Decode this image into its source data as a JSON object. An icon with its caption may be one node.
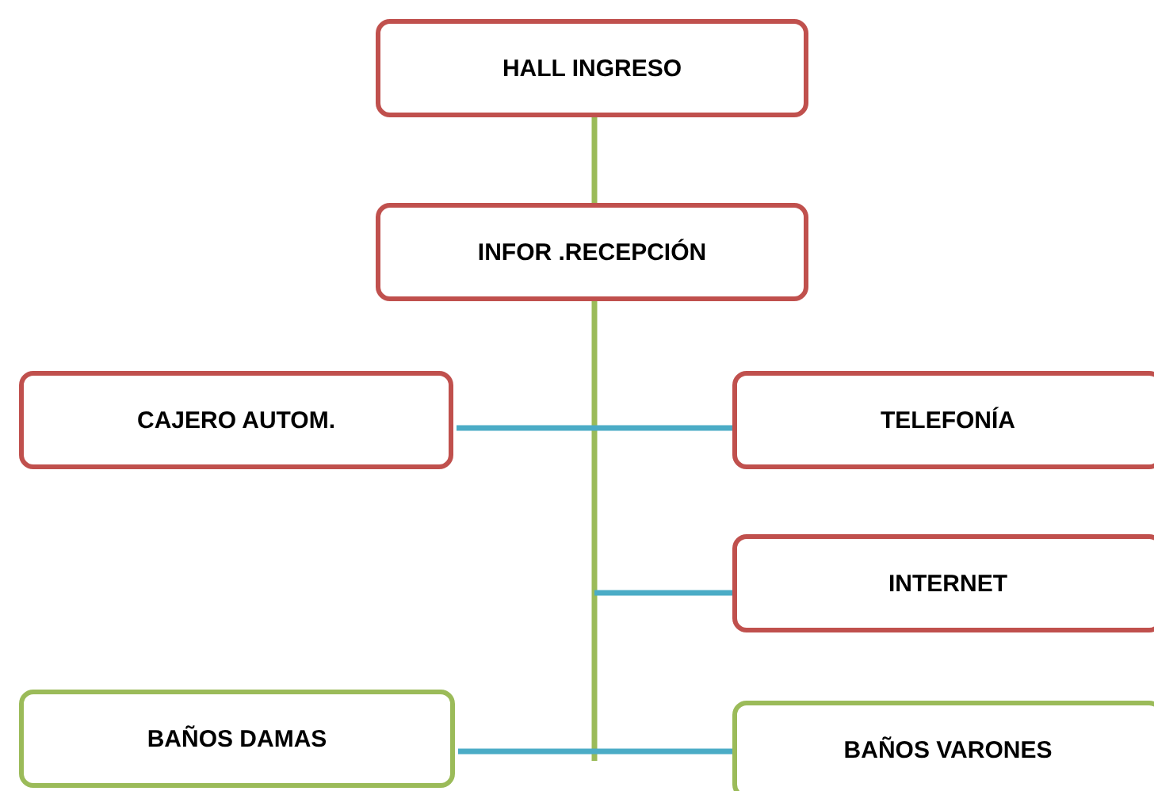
{
  "diagram": {
    "nodes": [
      {
        "text": [
          "HALL INGRESO"
        ]
      },
      {
        "text": [
          "INFOR .RECEPCIÓN"
        ]
      },
      {
        "text": [
          "CAJERO AUTOM."
        ]
      },
      {
        "text": [
          "TELEFONÍA"
        ]
      },
      {
        "text": [
          "INTERNET"
        ]
      },
      {
        "text": [
          "BAÑOS DAMAS"
        ]
      },
      {
        "text": [
          "BAÑOS VARONES"
        ]
      }
    ],
    "edges": [
      {
        "from": 0,
        "to": 1,
        "arrow": "none",
        "color": "#9bbb59"
      },
      {
        "from": 1,
        "to": null,
        "arrow": "none",
        "color": "#9bbb59"
      },
      {
        "from": 2,
        "to": 3,
        "arrow": "none"
      },
      {
        "from": null,
        "to": 4,
        "arrow": "none"
      },
      {
        "from": 5,
        "to": 6,
        "arrow": "none"
      }
    ]
  }
}
